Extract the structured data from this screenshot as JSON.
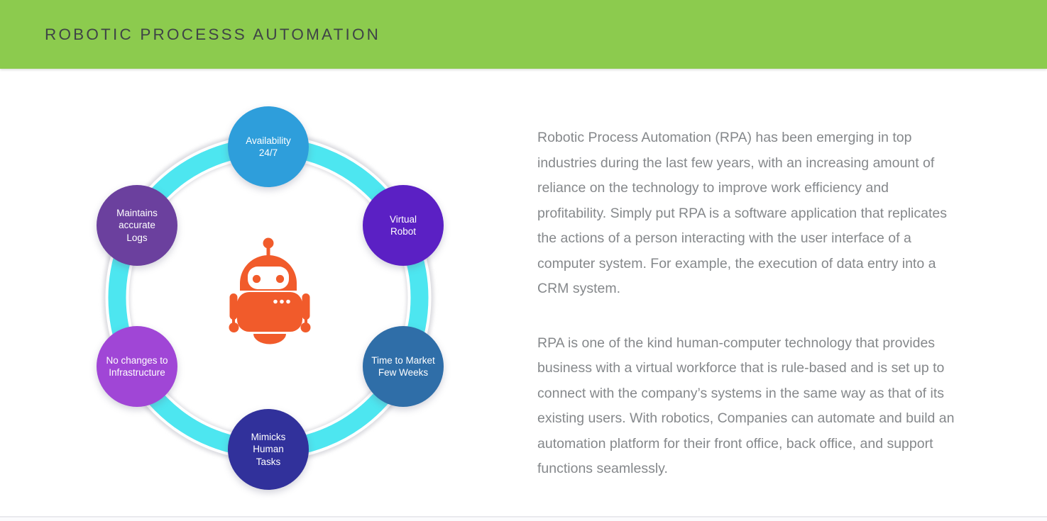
{
  "header": {
    "title": "ROBOTIC PROCESSS AUTOMATION",
    "bg_color": "#8CCB4E",
    "title_color": "#3F4447"
  },
  "diagram": {
    "ring_color": "#4DE6F0",
    "robot": {
      "icon": "robot-icon",
      "color": "#F15B2B"
    },
    "nodes": [
      {
        "position": "top",
        "label": "Availability\n24/7",
        "color": "#2E9EDB"
      },
      {
        "position": "top-right",
        "label": "Virtual\nRobot",
        "color": "#5B20C4"
      },
      {
        "position": "bottom-right",
        "label": "Time to Market\nFew Weeks",
        "color": "#2F6EA8"
      },
      {
        "position": "bottom",
        "label": "Mimicks\nHuman\nTasks",
        "color": "#31319B"
      },
      {
        "position": "bottom-left",
        "label": "No changes to\nInfrastructure",
        "color": "#A046D6"
      },
      {
        "position": "top-left",
        "label": "Maintains\naccurate\nLogs",
        "color": "#6B409E"
      }
    ]
  },
  "article": {
    "text_color": "#85888B",
    "paragraphs": {
      "p1": "Robotic Process Automation (RPA) has been emerging in top\nindustries during the last few years, with an increasing amount of\nreliance on the technology to improve work efficiency and\nprofitability. Simply put RPA is a software application that replicates\nthe actions of a person interacting with the user interface of a\ncomputer system. For example, the execution of data entry into a\nCRM system.",
      "p2": "RPA is one of the kind human-computer technology that provides\nbusiness with a virtual workforce that is rule-based and is set up to\nconnect with the company’s systems in the same way as that of its\nexisting users. With robotics, Companies can automate and build an\nautomation platform for their front office, back office, and support\nfunctions seamlessly."
    }
  }
}
